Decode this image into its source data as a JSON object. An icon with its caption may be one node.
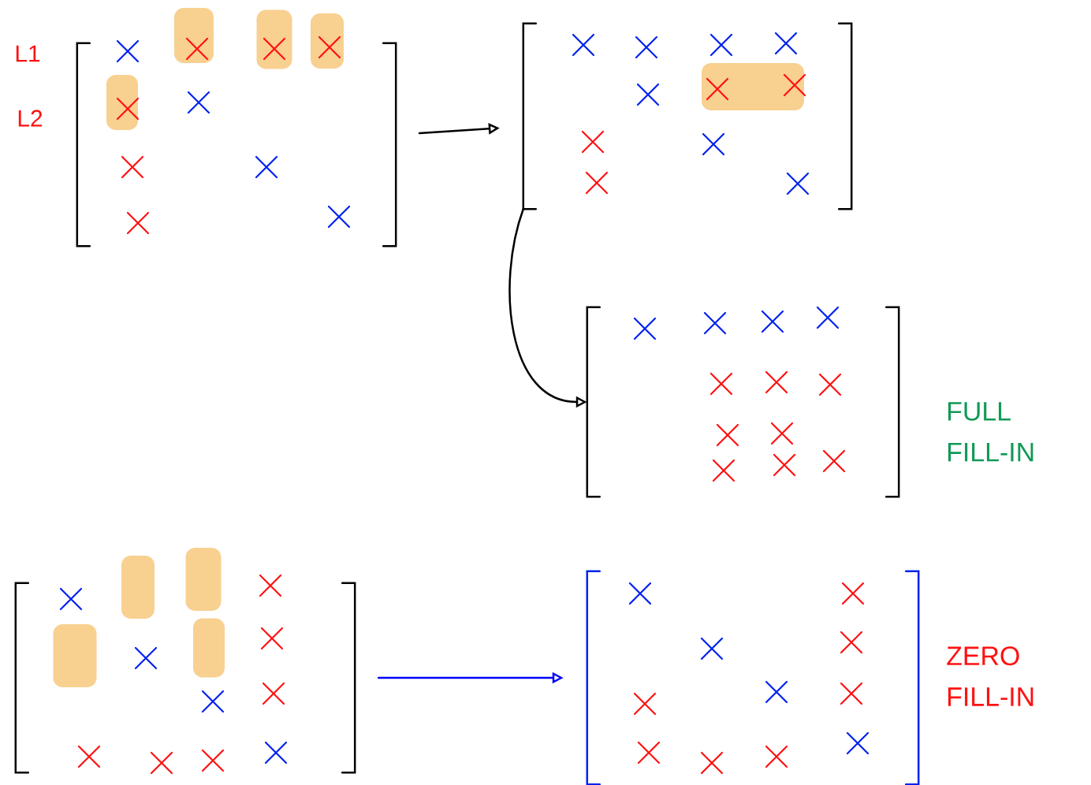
{
  "diagram": {
    "nodes": [
      {
        "text": [],
        "shape": "matrix"
      },
      {
        "text": [],
        "shape": "matrix"
      },
      {
        "text": [],
        "shape": "matrix",
        "beside": [
          "FULL FILL-IN"
        ]
      },
      {
        "text": [],
        "shape": "matrix"
      },
      {
        "text": [],
        "shape": "matrix",
        "beside": [
          "ZERO FILL-IN"
        ]
      }
    ],
    "edges": [
      {
        "from": 0,
        "to": 1,
        "arrow": "to"
      },
      {
        "from": 1,
        "to": 2,
        "arrow": "to"
      },
      {
        "from": 3,
        "to": 4,
        "arrow": "to",
        "color": "#0000ff"
      }
    ],
    "labels": [
      "L1",
      "L2"
    ]
  }
}
